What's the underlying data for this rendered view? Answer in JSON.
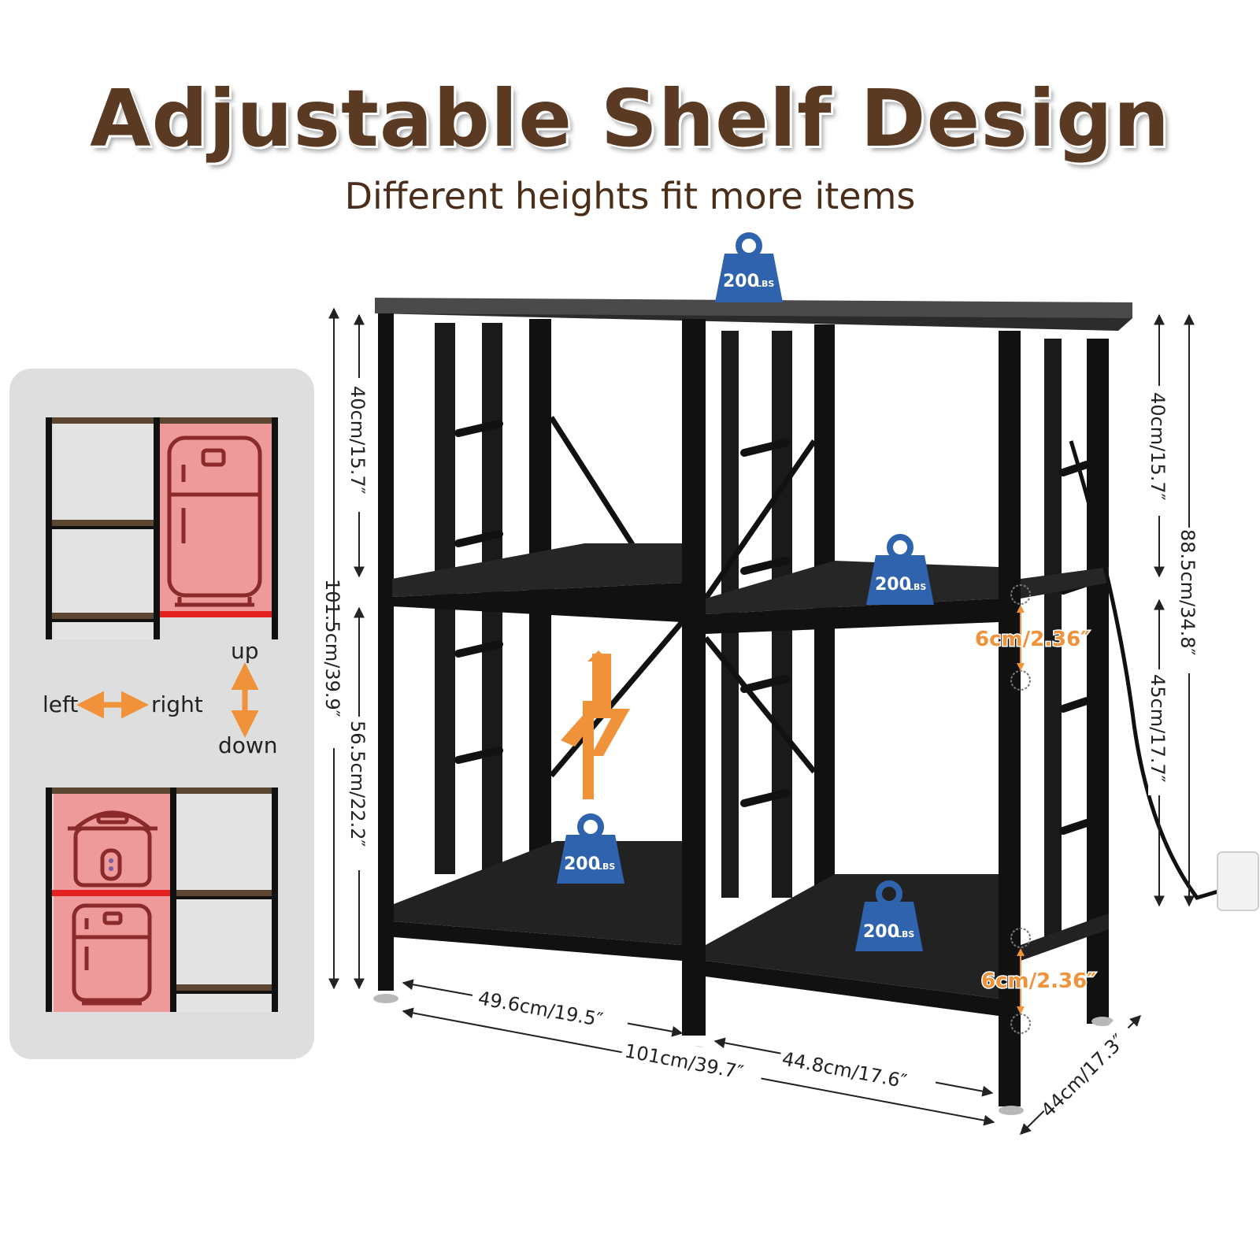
{
  "header": {
    "title": "Adjustable Shelf Design",
    "subtitle": "Different heights fit more items"
  },
  "weight_badges": [
    {
      "value": "200",
      "unit": "LBS"
    },
    {
      "value": "200",
      "unit": "LBS"
    },
    {
      "value": "200",
      "unit": "LBS"
    },
    {
      "value": "200",
      "unit": "LBS"
    }
  ],
  "dimensions": {
    "left_top_height": "40cm/15.7″",
    "left_total_height": "101.5cm/39.9″",
    "left_bottom_height": "56.5cm/22.2″",
    "right_top_height": "40cm/15.7″",
    "right_total_height": "88.5cm/34.8″",
    "right_bottom_height": "45cm/17.7″",
    "left_section_width": "49.6cm/19.5″",
    "total_width": "101cm/39.7″",
    "right_section_width": "44.8cm/17.6″",
    "depth": "44cm/17.3″",
    "adjust_step_upper": "6cm/2.36″",
    "adjust_step_lower": "6cm/2.36″"
  },
  "directions": {
    "left": "left",
    "right": "right",
    "up": "up",
    "down": "down"
  },
  "colors": {
    "title": "#5a3a22",
    "badge": "#2f63ad",
    "accent_orange": "#f0923a",
    "highlight_red": "#ee9a9a",
    "shelf_wood": "#5b4632"
  },
  "icons": [
    "weight-icon",
    "refrigerator-icon",
    "rice-cooker-icon",
    "power-outlet-icon",
    "up-down-arrow-icon",
    "left-right-arrow-icon"
  ]
}
